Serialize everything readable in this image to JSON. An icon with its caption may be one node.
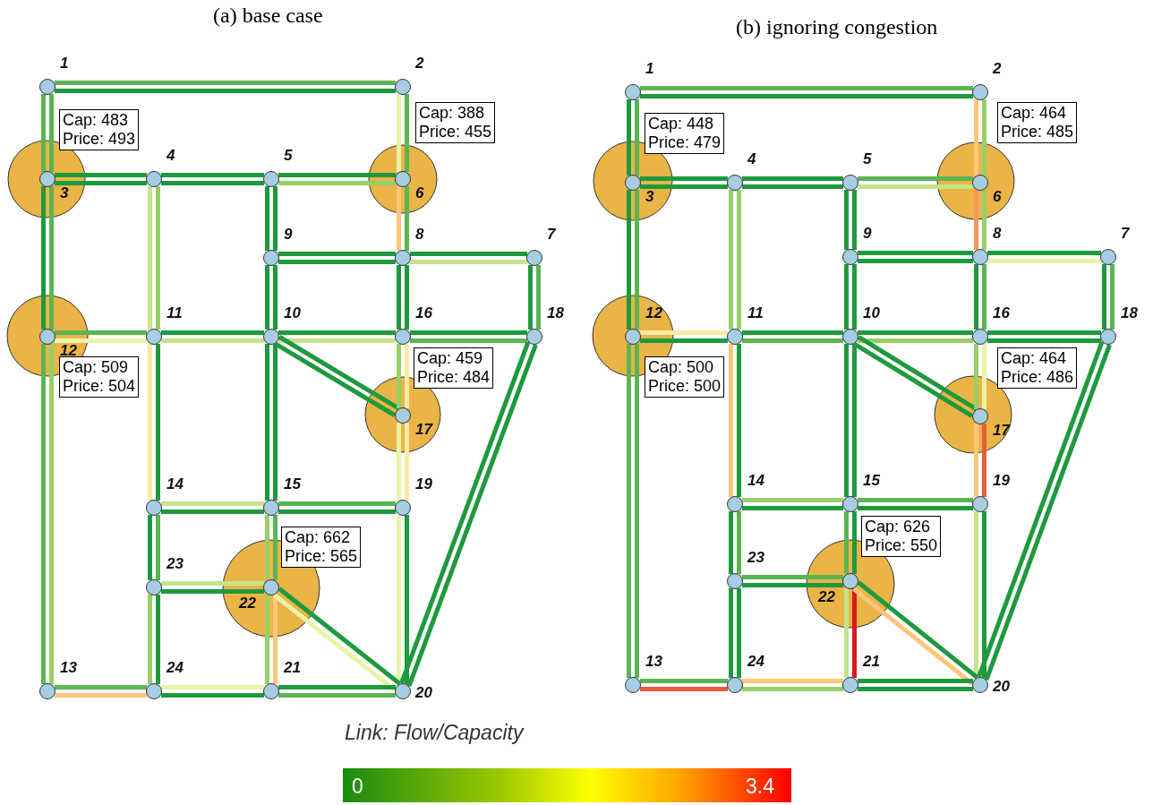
{
  "diagram": {
    "nodes": [
      {
        "text": [],
        "shape": "circle",
        "beside": [
          "1"
        ]
      },
      {
        "text": [],
        "shape": "circle",
        "beside": [
          "2"
        ]
      },
      {
        "text": [],
        "shape": "circle",
        "beside": [
          "3"
        ]
      },
      {
        "text": [],
        "shape": "circle",
        "beside": [
          "4"
        ]
      },
      {
        "text": [],
        "shape": "circle",
        "beside": [
          "5"
        ]
      },
      {
        "text": [],
        "shape": "circle",
        "beside": [
          "6"
        ]
      },
      {
        "text": [],
        "shape": "circle",
        "beside": [
          "7"
        ]
      },
      {
        "text": [],
        "shape": "circle",
        "beside": [
          "8"
        ]
      },
      {
        "text": [],
        "shape": "circle",
        "beside": [
          "9"
        ]
      },
      {
        "text": [],
        "shape": "circle",
        "beside": [
          "10"
        ]
      },
      {
        "text": [],
        "shape": "circle",
        "beside": [
          "11"
        ]
      },
      {
        "text": [],
        "shape": "circle",
        "beside": [
          "12"
        ]
      },
      {
        "text": [],
        "shape": "circle",
        "beside": [
          "13"
        ]
      },
      {
        "text": [],
        "shape": "circle",
        "beside": [
          "14"
        ]
      },
      {
        "text": [],
        "shape": "circle",
        "beside": [
          "15"
        ]
      },
      {
        "text": [],
        "shape": "circle",
        "beside": [
          "16"
        ]
      },
      {
        "text": [],
        "shape": "circle",
        "beside": [
          "17"
        ]
      },
      {
        "text": [],
        "shape": "circle",
        "beside": [
          "18"
        ]
      },
      {
        "text": [],
        "shape": "circle",
        "beside": [
          "19"
        ]
      },
      {
        "text": [],
        "shape": "circle",
        "beside": [
          "20"
        ]
      },
      {
        "text": [],
        "shape": "circle",
        "beside": [
          "21"
        ]
      },
      {
        "text": [],
        "shape": "circle",
        "beside": [
          "22"
        ]
      },
      {
        "text": [],
        "shape": "circle",
        "beside": [
          "23"
        ]
      },
      {
        "text": [],
        "shape": "circle",
        "beside": [
          "24"
        ]
      },
      {
        "text": [
          "Cap: 483",
          "Price: 493"
        ]
      },
      {
        "text": [
          "Cap: 388",
          "Price: 455"
        ]
      },
      {
        "text": [
          "Cap: 509",
          "Price: 504"
        ]
      },
      {
        "text": [
          "Cap: 459",
          "Price: 484"
        ]
      },
      {
        "text": [
          "Cap: 662",
          "Price: 565"
        ]
      },
      {
        "text": [],
        "shape": "circle",
        "beside": [
          "1"
        ]
      },
      {
        "text": [],
        "shape": "circle",
        "beside": [
          "2"
        ]
      },
      {
        "text": [],
        "shape": "circle",
        "beside": [
          "3"
        ]
      },
      {
        "text": [],
        "shape": "circle",
        "beside": [
          "4"
        ]
      },
      {
        "text": [],
        "shape": "circle",
        "beside": [
          "5"
        ]
      },
      {
        "text": [],
        "shape": "circle",
        "beside": [
          "6"
        ]
      },
      {
        "text": [],
        "shape": "circle",
        "beside": [
          "7"
        ]
      },
      {
        "text": [],
        "shape": "circle",
        "beside": [
          "8"
        ]
      },
      {
        "text": [],
        "shape": "circle",
        "beside": [
          "9"
        ]
      },
      {
        "text": [],
        "shape": "circle",
        "beside": [
          "10"
        ]
      },
      {
        "text": [],
        "shape": "circle",
        "beside": [
          "11"
        ]
      },
      {
        "text": [],
        "shape": "circle",
        "beside": [
          "12"
        ]
      },
      {
        "text": [],
        "shape": "circle",
        "beside": [
          "13"
        ]
      },
      {
        "text": [],
        "shape": "circle",
        "beside": [
          "14"
        ]
      },
      {
        "text": [],
        "shape": "circle",
        "beside": [
          "15"
        ]
      },
      {
        "text": [],
        "shape": "circle",
        "beside": [
          "16"
        ]
      },
      {
        "text": [],
        "shape": "circle",
        "beside": [
          "17"
        ]
      },
      {
        "text": [],
        "shape": "circle",
        "beside": [
          "18"
        ]
      },
      {
        "text": [],
        "shape": "circle",
        "beside": [
          "19"
        ]
      },
      {
        "text": [],
        "shape": "circle",
        "beside": [
          "20"
        ]
      },
      {
        "text": [],
        "shape": "circle",
        "beside": [
          "21"
        ]
      },
      {
        "text": [],
        "shape": "circle",
        "beside": [
          "22"
        ]
      },
      {
        "text": [],
        "shape": "circle",
        "beside": [
          "23"
        ]
      },
      {
        "text": [],
        "shape": "circle",
        "beside": [
          "24"
        ]
      },
      {
        "text": [
          "Cap: 448",
          "Price: 479"
        ]
      },
      {
        "text": [
          "Cap: 464",
          "Price: 485"
        ]
      },
      {
        "text": [
          "Cap: 500",
          "Price: 500"
        ]
      },
      {
        "text": [
          "Cap: 464",
          "Price: 486"
        ]
      },
      {
        "text": [
          "Cap: 626",
          "Price: 550"
        ]
      }
    ],
    "edges": [
      {
        "from": 1,
        "to": 0,
        "arrow": "none",
        "color": "#5ab552"
      },
      {
        "from": 0,
        "to": 1,
        "arrow": "none"
      },
      {
        "from": 0,
        "to": 2,
        "arrow": "none",
        "color": "#5ab552"
      },
      {
        "from": 2,
        "to": 0,
        "arrow": "none",
        "color": "#5ab552"
      },
      {
        "from": 2,
        "to": 11,
        "arrow": "none"
      },
      {
        "from": 11,
        "to": 2,
        "arrow": "none",
        "color": "#5ab552"
      },
      {
        "from": 1,
        "to": 5,
        "arrow": "none",
        "color": "#e8f5a8"
      },
      {
        "from": 5,
        "to": 1,
        "arrow": "none",
        "color": "#5ab552"
      },
      {
        "from": 3,
        "to": 2,
        "arrow": "none"
      },
      {
        "from": 2,
        "to": 3,
        "arrow": "none"
      },
      {
        "from": 4,
        "to": 3,
        "arrow": "none"
      },
      {
        "from": 3,
        "to": 4,
        "arrow": "none"
      },
      {
        "from": 5,
        "to": 4,
        "arrow": "none"
      },
      {
        "from": 4,
        "to": 5,
        "arrow": "none",
        "color": "#96d066"
      },
      {
        "from": 3,
        "to": 10,
        "arrow": "none",
        "color": "#c4e48a"
      },
      {
        "from": 10,
        "to": 3,
        "arrow": "none",
        "color": "#96d066"
      },
      {
        "from": 4,
        "to": 8,
        "arrow": "none"
      },
      {
        "from": 8,
        "to": 4,
        "arrow": "none"
      },
      {
        "from": 5,
        "to": 7,
        "arrow": "none",
        "color": "#fdc67a"
      },
      {
        "from": 7,
        "to": 5,
        "arrow": "none",
        "color": "#5ab552"
      },
      {
        "from": 7,
        "to": 8,
        "arrow": "none"
      },
      {
        "from": 8,
        "to": 7,
        "arrow": "none"
      },
      {
        "from": 6,
        "to": 7,
        "arrow": "none"
      },
      {
        "from": 7,
        "to": 6,
        "arrow": "none",
        "color": "#c4e48a"
      },
      {
        "from": 6,
        "to": 17,
        "arrow": "none"
      },
      {
        "from": 17,
        "to": 6,
        "arrow": "none",
        "color": "#5ab552"
      },
      {
        "from": 7,
        "to": 15,
        "arrow": "none"
      },
      {
        "from": 15,
        "to": 7,
        "arrow": "none"
      },
      {
        "from": 8,
        "to": 9,
        "arrow": "none"
      },
      {
        "from": 9,
        "to": 8,
        "arrow": "none"
      },
      {
        "from": 9,
        "to": 10,
        "arrow": "none"
      },
      {
        "from": 10,
        "to": 9,
        "arrow": "none",
        "color": "#c4e48a"
      },
      {
        "from": 10,
        "to": 11,
        "arrow": "none",
        "color": "#5ab552"
      },
      {
        "from": 11,
        "to": 10,
        "arrow": "none",
        "color": "#e8f5a8"
      },
      {
        "from": 15,
        "to": 9,
        "arrow": "none"
      },
      {
        "from": 9,
        "to": 15,
        "arrow": "none",
        "color": "#c4e48a"
      },
      {
        "from": 17,
        "to": 15,
        "arrow": "none"
      },
      {
        "from": 15,
        "to": 17,
        "arrow": "none",
        "color": "#5ab552"
      },
      {
        "from": 9,
        "to": 16,
        "arrow": "none"
      },
      {
        "from": 16,
        "to": 9,
        "arrow": "none"
      },
      {
        "from": 15,
        "to": 16,
        "arrow": "none",
        "color": "#96d066"
      },
      {
        "from": 16,
        "to": 15,
        "arrow": "none",
        "color": "#fde9a6"
      },
      {
        "from": 16,
        "to": 18,
        "arrow": "none",
        "color": "#e8f5a8"
      },
      {
        "from": 18,
        "to": 16,
        "arrow": "none",
        "color": "#fde9a6"
      },
      {
        "from": 11,
        "to": 12,
        "arrow": "none",
        "color": "#5ab552"
      },
      {
        "from": 12,
        "to": 11,
        "arrow": "none",
        "color": "#96d066"
      },
      {
        "from": 10,
        "to": 13,
        "arrow": "none",
        "color": "#fde9a6"
      },
      {
        "from": 13,
        "to": 10,
        "arrow": "none"
      },
      {
        "from": 9,
        "to": 14,
        "arrow": "none"
      },
      {
        "from": 14,
        "to": 9,
        "arrow": "none"
      },
      {
        "from": 14,
        "to": 13,
        "arrow": "none",
        "color": "#c4e48a"
      },
      {
        "from": 13,
        "to": 14,
        "arrow": "none"
      },
      {
        "from": 18,
        "to": 14,
        "arrow": "none",
        "color": "#5ab552"
      },
      {
        "from": 14,
        "to": 18,
        "arrow": "none"
      },
      {
        "from": 18,
        "to": 19,
        "arrow": "none",
        "color": "#e8f5a8"
      },
      {
        "from": 19,
        "to": 18,
        "arrow": "none"
      },
      {
        "from": 17,
        "to": 19,
        "arrow": "none"
      },
      {
        "from": 19,
        "to": 17,
        "arrow": "none"
      },
      {
        "from": 13,
        "to": 22,
        "arrow": "none"
      },
      {
        "from": 22,
        "to": 13,
        "arrow": "none",
        "color": "#5ab552"
      },
      {
        "from": 14,
        "to": 21,
        "arrow": "none",
        "color": "#96d066"
      },
      {
        "from": 21,
        "to": 14,
        "arrow": "none",
        "color": "#5ab552"
      },
      {
        "from": 21,
        "to": 22,
        "arrow": "none",
        "color": "#c4e48a"
      },
      {
        "from": 22,
        "to": 21,
        "arrow": "none"
      },
      {
        "from": 21,
        "to": 20,
        "arrow": "none",
        "color": "#96d066"
      },
      {
        "from": 20,
        "to": 21,
        "arrow": "none",
        "color": "#fdc67a"
      },
      {
        "from": 21,
        "to": 19,
        "arrow": "none",
        "color": "#e8f5a8"
      },
      {
        "from": 19,
        "to": 21,
        "arrow": "none"
      },
      {
        "from": 22,
        "to": 23,
        "arrow": "none",
        "color": "#96d066"
      },
      {
        "from": 23,
        "to": 22,
        "arrow": "none"
      },
      {
        "from": 23,
        "to": 12,
        "arrow": "none",
        "color": "#5ab552"
      },
      {
        "from": 12,
        "to": 23,
        "arrow": "none",
        "color": "#fdc67a"
      },
      {
        "from": 20,
        "to": 23,
        "arrow": "none",
        "color": "#e8f5a8"
      },
      {
        "from": 23,
        "to": 20,
        "arrow": "none"
      },
      {
        "from": 19,
        "to": 20,
        "arrow": "none"
      },
      {
        "from": 20,
        "to": 19,
        "arrow": "none",
        "color": "#5ab552"
      },
      {
        "from": 30,
        "to": 29,
        "arrow": "none",
        "color": "#5ab552"
      },
      {
        "from": 29,
        "to": 30,
        "arrow": "none"
      },
      {
        "from": 29,
        "to": 31,
        "arrow": "none"
      },
      {
        "from": 31,
        "to": 29,
        "arrow": "none",
        "color": "#5ab552"
      },
      {
        "from": 31,
        "to": 40,
        "arrow": "none"
      },
      {
        "from": 40,
        "to": 31,
        "arrow": "none",
        "color": "#5ab552"
      },
      {
        "from": 30,
        "to": 34,
        "arrow": "none",
        "color": "#fdc67a"
      },
      {
        "from": 34,
        "to": 30,
        "arrow": "none",
        "color": "#96d066"
      },
      {
        "from": 32,
        "to": 31,
        "arrow": "none"
      },
      {
        "from": 31,
        "to": 32,
        "arrow": "none"
      },
      {
        "from": 33,
        "to": 32,
        "arrow": "none"
      },
      {
        "from": 32,
        "to": 33,
        "arrow": "none"
      },
      {
        "from": 34,
        "to": 33,
        "arrow": "none",
        "color": "#5ab552"
      },
      {
        "from": 33,
        "to": 34,
        "arrow": "none",
        "color": "#c4e48a"
      },
      {
        "from": 32,
        "to": 39,
        "arrow": "none",
        "color": "#96d066"
      },
      {
        "from": 39,
        "to": 32,
        "arrow": "none",
        "color": "#96d066"
      },
      {
        "from": 33,
        "to": 37,
        "arrow": "none"
      },
      {
        "from": 37,
        "to": 33,
        "arrow": "none"
      },
      {
        "from": 34,
        "to": 36,
        "arrow": "none",
        "color": "#f39a5e"
      },
      {
        "from": 36,
        "to": 34,
        "arrow": "none",
        "color": "#96d066"
      },
      {
        "from": 36,
        "to": 37,
        "arrow": "none"
      },
      {
        "from": 37,
        "to": 36,
        "arrow": "none"
      },
      {
        "from": 35,
        "to": 36,
        "arrow": "none"
      },
      {
        "from": 36,
        "to": 35,
        "arrow": "none",
        "color": "#e8f5a8"
      },
      {
        "from": 35,
        "to": 46,
        "arrow": "none"
      },
      {
        "from": 46,
        "to": 35,
        "arrow": "none",
        "color": "#5ab552"
      },
      {
        "from": 36,
        "to": 44,
        "arrow": "none"
      },
      {
        "from": 44,
        "to": 36,
        "arrow": "none",
        "color": "#5ab552"
      },
      {
        "from": 37,
        "to": 38,
        "arrow": "none"
      },
      {
        "from": 38,
        "to": 37,
        "arrow": "none"
      },
      {
        "from": 38,
        "to": 39,
        "arrow": "none"
      },
      {
        "from": 39,
        "to": 38,
        "arrow": "none",
        "color": "#5ab552"
      },
      {
        "from": 39,
        "to": 40,
        "arrow": "none",
        "color": "#fde9a6"
      },
      {
        "from": 40,
        "to": 39,
        "arrow": "none"
      },
      {
        "from": 44,
        "to": 38,
        "arrow": "none"
      },
      {
        "from": 38,
        "to": 44,
        "arrow": "none",
        "color": "#96d066"
      },
      {
        "from": 46,
        "to": 44,
        "arrow": "none"
      },
      {
        "from": 44,
        "to": 46,
        "arrow": "none"
      },
      {
        "from": 38,
        "to": 45,
        "arrow": "none"
      },
      {
        "from": 45,
        "to": 38,
        "arrow": "none"
      },
      {
        "from": 44,
        "to": 45,
        "arrow": "none",
        "color": "#96d066"
      },
      {
        "from": 45,
        "to": 44,
        "arrow": "none",
        "color": "#e8f5a8"
      },
      {
        "from": 45,
        "to": 47,
        "arrow": "none",
        "color": "#fdc67a"
      },
      {
        "from": 47,
        "to": 45,
        "arrow": "none",
        "color": "#e65d3a"
      },
      {
        "from": 40,
        "to": 41,
        "arrow": "none",
        "color": "#5ab552"
      },
      {
        "from": 41,
        "to": 40,
        "arrow": "none",
        "color": "#5ab552"
      },
      {
        "from": 39,
        "to": 42,
        "arrow": "none",
        "color": "#fdc67a"
      },
      {
        "from": 42,
        "to": 39,
        "arrow": "none"
      },
      {
        "from": 38,
        "to": 43,
        "arrow": "none"
      },
      {
        "from": 43,
        "to": 38,
        "arrow": "none"
      },
      {
        "from": 43,
        "to": 42,
        "arrow": "none",
        "color": "#96d066"
      },
      {
        "from": 42,
        "to": 43,
        "arrow": "none"
      },
      {
        "from": 47,
        "to": 43,
        "arrow": "none",
        "color": "#5ab552"
      },
      {
        "from": 43,
        "to": 47,
        "arrow": "none"
      },
      {
        "from": 47,
        "to": 48,
        "arrow": "none",
        "color": "#c4e48a"
      },
      {
        "from": 48,
        "to": 47,
        "arrow": "none"
      },
      {
        "from": 46,
        "to": 48,
        "arrow": "none"
      },
      {
        "from": 48,
        "to": 46,
        "arrow": "none"
      },
      {
        "from": 42,
        "to": 51,
        "arrow": "none"
      },
      {
        "from": 51,
        "to": 42,
        "arrow": "none",
        "color": "#5ab552"
      },
      {
        "from": 43,
        "to": 50,
        "arrow": "none",
        "color": "#5ab552"
      },
      {
        "from": 50,
        "to": 43,
        "arrow": "none"
      },
      {
        "from": 50,
        "to": 51,
        "arrow": "none",
        "color": "#5ab552"
      },
      {
        "from": 51,
        "to": 50,
        "arrow": "none"
      },
      {
        "from": 50,
        "to": 49,
        "arrow": "none",
        "color": "#c4e48a"
      },
      {
        "from": 49,
        "to": 50,
        "arrow": "none",
        "color": "#d7191c"
      },
      {
        "from": 50,
        "to": 48,
        "arrow": "none",
        "color": "#fdc67a"
      },
      {
        "from": 48,
        "to": 50,
        "arrow": "none"
      },
      {
        "from": 51,
        "to": 52,
        "arrow": "none"
      },
      {
        "from": 52,
        "to": 51,
        "arrow": "none"
      },
      {
        "from": 52,
        "to": 41,
        "arrow": "none",
        "color": "#5ab552"
      },
      {
        "from": 41,
        "to": 52,
        "arrow": "none",
        "color": "#e65d3a"
      },
      {
        "from": 49,
        "to": 52,
        "arrow": "none",
        "color": "#fdc67a"
      },
      {
        "from": 52,
        "to": 49,
        "arrow": "none",
        "color": "#96d066"
      },
      {
        "from": 48,
        "to": 49,
        "arrow": "none"
      },
      {
        "from": 49,
        "to": 48,
        "arrow": "none"
      }
    ],
    "labels": [
      "(a) base case",
      "(b) ignoring congestion",
      "Link: Flow/Capacity",
      "0",
      "3.4"
    ]
  }
}
